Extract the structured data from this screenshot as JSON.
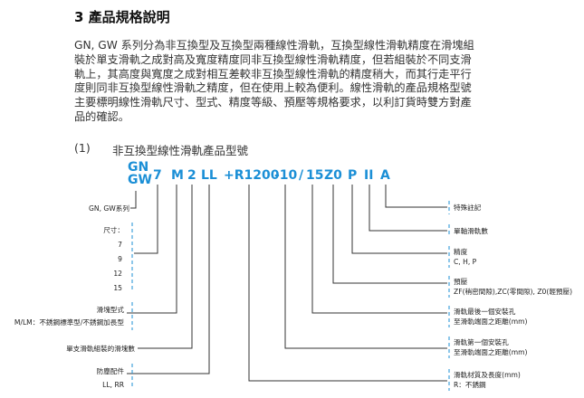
{
  "heading": "3 產品規格說明",
  "paragraph_lines": [
    "GN, GW 系列分為非互換型及互換型兩種線性滑軌，互換型線性滑軌精度在滑塊組",
    "裝於單支滑軌之成對高及寬度精度同非互換型線性滑軌精度，但若組裝於不同支滑",
    "軌上，其高度與寬度之成對相互差較非互換型線性滑軌的精度稍大，而其行走平行",
    "度則同非互換型線性滑軌之精度，但在使用上較為便利。線性滑軌的產品規格型號",
    "主要標明線性滑軌尺寸、型式、精度等級、預壓等規格要求，以利訂貨時雙方對產",
    "品的確認。"
  ],
  "section": {
    "number": "(1)",
    "title": "非互換型線性滑軌產品型號"
  },
  "code": {
    "gn": "GN",
    "gw": "GW",
    "size": "7",
    "type": "M",
    "blocks": "2",
    "dust": "LL",
    "length": "+R1200",
    "e1": "-10",
    "slash": "/",
    "e2": "15",
    "preload": "Z0",
    "accuracy": "P",
    "rails": "II",
    "special": "A"
  },
  "left_labels": {
    "series": "GN, GW系列",
    "size_title": "尺寸：",
    "sizes": [
      "7",
      "9",
      "12",
      "15"
    ],
    "block_type": "滑塊型式",
    "block_type_desc": "M/LM：不銹鋼標準型/不銹鋼加長型",
    "block_count": "單支滑軌組裝的滑塊數",
    "dust_title": "防塵配件",
    "dust_values": "LL, RR"
  },
  "right_labels": {
    "special": "特殊註記",
    "rails": "單軸滑軌數",
    "accuracy_title": "精度",
    "accuracy_values": "C, H, P",
    "preload_title": "預壓",
    "preload_values": "ZF(稍密間隙),ZC(零間隙), Z0(輕預壓)",
    "e2_line1": "滑軌最後一個安裝孔",
    "e2_line2": "至滑軌端面之距離(mm)",
    "e1_line1": "滑軌第一個安裝孔",
    "e1_line2": "至滑軌端面之距離(mm)",
    "length_line1": "滑軌材質及長度(mm)",
    "length_line2": "R：不銹鋼"
  },
  "colors": {
    "code_blue": "#1b8fd6",
    "line": "#333333",
    "bracket_blue": "#1b8fd6"
  }
}
